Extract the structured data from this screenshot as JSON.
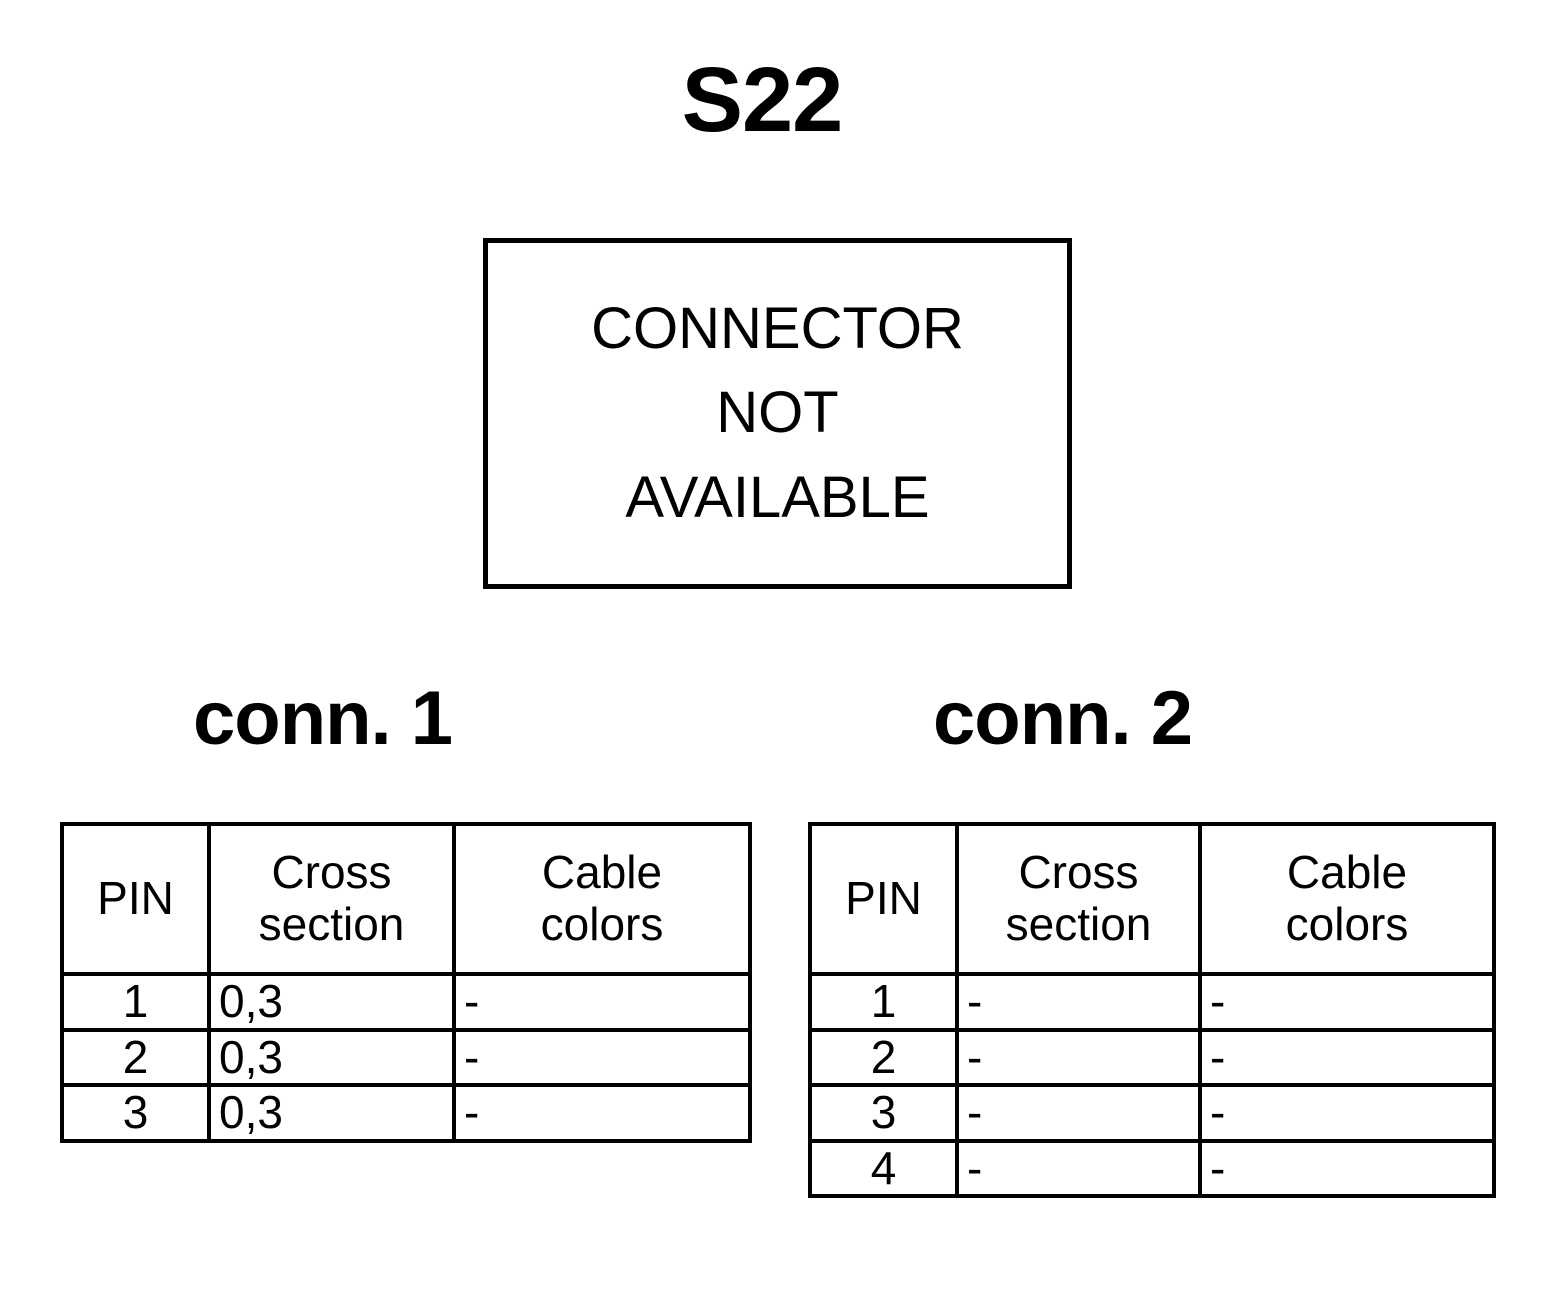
{
  "title": "S22",
  "connector_box": {
    "lines": [
      "CONNECTOR",
      "NOT",
      "AVAILABLE"
    ],
    "line1": "CONNECTOR",
    "line2": "NOT",
    "line3": "AVAILABLE"
  },
  "connectors": [
    {
      "label": "conn. 1",
      "columns": {
        "pin": "PIN",
        "cross_section_line1": "Cross",
        "cross_section_line2": "section",
        "cable_colors_line1": "Cable",
        "cable_colors_line2": "colors"
      },
      "rows": [
        {
          "pin": "1",
          "cross_section": "0,3",
          "cable_colors": "-"
        },
        {
          "pin": "2",
          "cross_section": "0,3",
          "cable_colors": "-"
        },
        {
          "pin": "3",
          "cross_section": "0,3",
          "cable_colors": "-"
        }
      ]
    },
    {
      "label": "conn. 2",
      "columns": {
        "pin": "PIN",
        "cross_section_line1": "Cross",
        "cross_section_line2": "section",
        "cable_colors_line1": "Cable",
        "cable_colors_line2": "colors"
      },
      "rows": [
        {
          "pin": "1",
          "cross_section": "-",
          "cable_colors": "-"
        },
        {
          "pin": "2",
          "cross_section": "-",
          "cable_colors": "-"
        },
        {
          "pin": "3",
          "cross_section": "-",
          "cable_colors": "-"
        },
        {
          "pin": "4",
          "cross_section": "-",
          "cable_colors": "-"
        }
      ]
    }
  ],
  "colors": {
    "ink": "#000000",
    "background": "#ffffff"
  }
}
